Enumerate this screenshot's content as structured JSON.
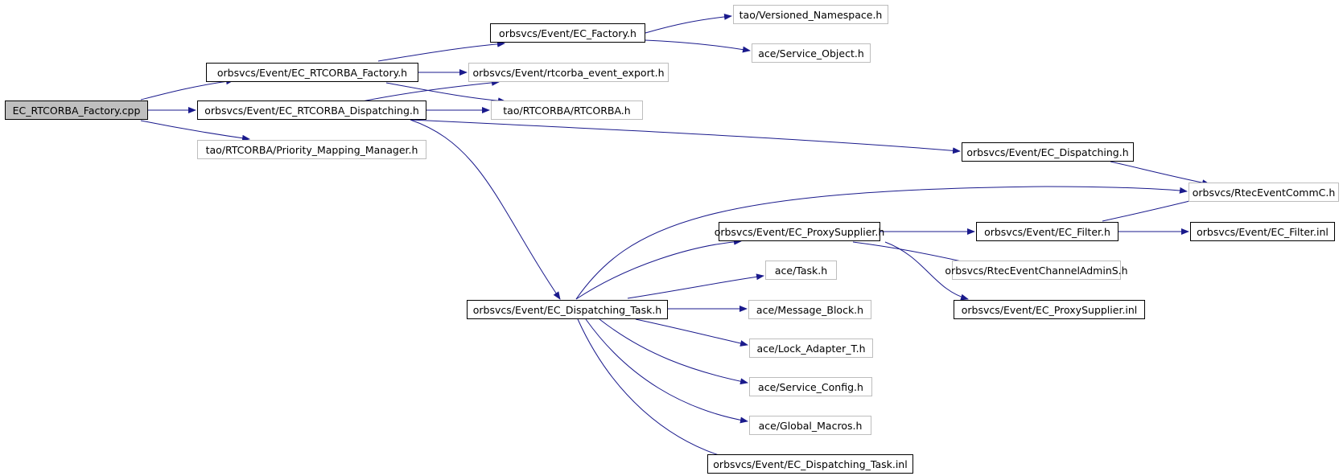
{
  "colors": {
    "edge": "#1a1a8c",
    "border_internal": "#000000",
    "border_external": "#bdbdbd",
    "root_fill": "#bfbfbf"
  },
  "nodes": {
    "n_root": "EC_RTCORBA_Factory.cpp",
    "n_ecrtf": "orbsvcs/Event/EC_RTCORBA_Factory.h",
    "n_ecrtd": "orbsvcs/Event/EC_RTCORBA_Dispatching.h",
    "n_prio": "tao/RTCORBA/Priority_Mapping_Manager.h",
    "n_ecf": "orbsvcs/Event/EC_Factory.h",
    "n_vns": "tao/Versioned_Namespace.h",
    "n_so": "ace/Service_Object.h",
    "n_rtexp": "orbsvcs/Event/rtcorba_event_export.h",
    "n_rtcorba": "tao/RTCORBA/RTCORBA.h",
    "n_ecd": "orbsvcs/Event/EC_Dispatching.h",
    "n_rtecc": "orbsvcs/RtecEventCommC.h",
    "n_ecps": "orbsvcs/Event/EC_ProxySupplier.h",
    "n_ecfil": "orbsvcs/Event/EC_Filter.h",
    "n_ecfilinl": "orbsvcs/Event/EC_Filter.inl",
    "n_task": "ace/Task.h",
    "n_rtecadm": "orbsvcs/RtecEventChannelAdminS.h",
    "n_ecdt": "orbsvcs/Event/EC_Dispatching_Task.h",
    "n_msgblk": "ace/Message_Block.h",
    "n_ecpsinl": "orbsvcs/Event/EC_ProxySupplier.inl",
    "n_lockad": "ace/Lock_Adapter_T.h",
    "n_svccfg": "ace/Service_Config.h",
    "n_glob": "ace/Global_Macros.h",
    "n_ecdtinl": "orbsvcs/Event/EC_Dispatching_Task.inl"
  }
}
